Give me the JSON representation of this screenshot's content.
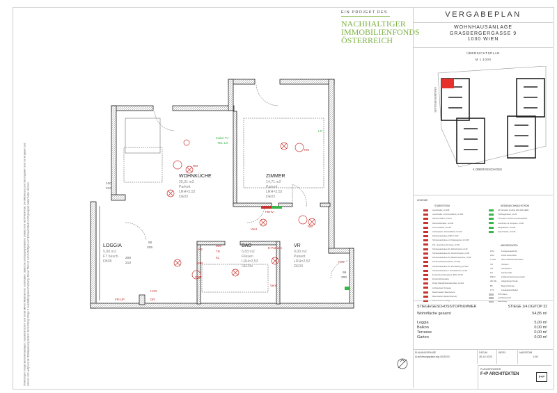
{
  "sidenote": "Änderungen infolge Behördenauflagen, haustechnischen und konstruktiven Maßnahmen vorbehalten. Statische und bauphysikalische Details sind nicht Planinhalt. Die Möblierung und Stromquellen sind nur Angaben und können sich aufgrund der Detailplanung ändern. Einrichtung infolge lt. Ausstattungsbeschreibung. Dieser Plan ist zum Anfertigen von Einbaumöbeln nicht geeignet. Naturmaße nehmen.",
  "logo": {
    "pre": "EIN PROJEKT DES",
    "lines": [
      "NACHHALTIGER",
      "IMMOBILIENFONDS",
      "ÖSTERREICH"
    ],
    "color": "#7fb347"
  },
  "title_block": {
    "title": "VERGABEPLAN",
    "project": [
      "WOHNHAUSANLAGE",
      "GRASBERGERGASSE 9",
      "1030 WIEN"
    ],
    "overview_label": "ÜBERSICHTSPLAN",
    "overview_scale": "M 1:1000",
    "street": "GRASBERGERGASSE",
    "floor": "4.OBERGESCHOSS",
    "highlight_color": "#e8302a"
  },
  "legend": {
    "title": "LEGENDE",
    "electric_heading": "STARKSTROM",
    "weak_heading": "MEDIEN/SCHWACHSTROM",
    "abbr_heading": "ABKÜRZUNGEN",
    "electric_items": [
      "Ausschalter, H=105",
      "Ausschalter mit Kontrolllicht, H=105",
      "Serienschalter, H=105",
      "Wechselschalter, H=105",
      "Kreuzschalter, H=105",
      "Lichtauslass, Decke/Wand, H=110",
      "Schukosteckdose 230V, H=30",
      "Schukosteckdose mit Klappdeckel, H=105",
      "FR - Steckdose Terrasse, H=30",
      "Schukosteckdose für Kühlschrank, H=10",
      "Schukosteckdose für Geschirrspüler, H=30",
      "Schukosteckdose für Waschmaschine, H=30",
      "Küche Arbeitssteckdose, H=105",
      "Schukosteckdose für Dunstabzug, H=220",
      "Schukosteckdose f. Kombitherme, H=30",
      "E-Herd Anschlussdose 400V, H=30",
      "Deckenlichtauslass",
      "Direkt Wandlichtauslass Bad, H=211",
      "Lichtauslass Terrasse",
      "Rauchmelder Stand-alone",
      "Raumsteller (Radio/Internet)",
      "HP-Verteiler 2-zeilig"
    ],
    "weak_items": [
      "HP-Verteiler 2-reihig DN=100 LEER",
      "Türklingel/Door, H=35",
      "TV Kabel / Telefon Anschlussdose",
      "Leerdose mit Vorspann, H=30",
      "Klingeltaster, H=105",
      "Sprechstelle, H=140"
    ],
    "abbr_items": [
      [
        "FPH",
        "Fertigparapethöhe"
      ],
      [
        "LRH",
        "Lichte Raumhöhe"
      ],
      [
        "L.FOK",
        "über Fußbodenoberkante"
      ],
      [
        "VR",
        "Vorraum"
      ],
      [
        "AR",
        "Abstellraum"
      ],
      [
        "KH",
        "Küchenzeile"
      ],
      [
        "FBHV",
        "Fußbodenheizungsverteiler"
      ],
      [
        "AB. DE.",
        "Abgehängte Decke"
      ],
      [
        "BK",
        "Begrenzblende"
      ],
      [
        "FTS",
        "Freilauftürschließer"
      ]
    ],
    "wall_items": [
      "STB Wand",
      "Leichtbauwand",
      "Dämmung"
    ]
  },
  "summary": {
    "label": "STIEGE/GESCHOSS/TOPNUMMER",
    "value": "STIEGE 1/4.OG/TOP 32",
    "total_label": "Wohnfläche gesamt",
    "total_value": "54,85 m²",
    "extras": [
      {
        "label": "Loggia",
        "value": "5,00 m²"
      },
      {
        "label": "Balkon",
        "value": "0,00 m²"
      },
      {
        "label": "Terrasse",
        "value": "0,00 m²"
      },
      {
        "label": "Garten",
        "value": "0,00 m²"
      }
    ]
  },
  "meta": {
    "phase_label": "PLANUNGSPHASE",
    "phase_value": "Ausführungsplanung 10/2023",
    "date_label": "DATUM",
    "date_value": "26.10.2023",
    "index_label": "INDEX",
    "index_value": "-",
    "scale_label": "MASSSTAB",
    "scale_value": "1:50",
    "planner_label": "PLANVERFASSER",
    "planner_value": "F+P ARCHITEKTEN",
    "planner_logo": "F+P"
  },
  "plan": {
    "rooms": [
      {
        "name": "WOHNKÜCHE",
        "area": "25,31 m2",
        "floor": "Parkett",
        "height": "LRH=2,52",
        "code": "DE03"
      },
      {
        "name": "ZIMMER",
        "area": "14,71 m2",
        "floor": "Parkett",
        "height": "LRH=2,52",
        "code": "DE03"
      },
      {
        "name": "LOGGIA",
        "area": "5,00 m2",
        "floor": "FT besch.",
        "height": "",
        "code": "FB08"
      },
      {
        "name": "BAD",
        "area": "5,83 m2",
        "floor": "Fliesen",
        "height": "LRH=2,53",
        "code": "DE03a"
      },
      {
        "name": "VR",
        "area": "9,00 m2",
        "floor": "Parkett",
        "height": "LRH=2,52",
        "code": "DE03"
      }
    ],
    "labels": {
      "rm": "RM",
      "kabel_tv": "Kabel TV",
      "tel_ld": "TEL-LD",
      "ld": "LD",
      "fbhv": "FBHV",
      "e_patrone": "E-Patrone",
      "vent": "Vent",
      "fts": "FTS",
      "ks": "KS",
      "wm": "WM",
      "tr": "TR",
      "kl": "KL",
      "arb": "ARB",
      "gsp": "GSP",
      "had": "HAD",
      "dr": "DR",
      "fr_up": "FR-UP"
    },
    "dims": {
      "win1": "100",
      "win1b": "210",
      "door_loggia": "90",
      "door_loggia_b": "205",
      "loggia_win": "200",
      "loggia_win_b": "210",
      "entry": "95",
      "entry_b": "200"
    },
    "plan_red": "#c8322f",
    "plan_green": "#39b54a"
  }
}
